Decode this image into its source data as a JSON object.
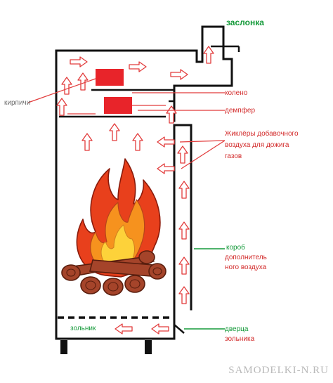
{
  "labels": {
    "zaslonka": "заслонка",
    "kirpichi": "кирпичи",
    "koleno": "колено",
    "dempfer": "демпфер",
    "zhiklery_1": "Жиклёры добавочного",
    "zhiklery_2": "воздуха для дожига",
    "zhiklery_3": "газов",
    "korob_1": "короб",
    "korob_2": "дополнитель",
    "korob_3": "ного воздуха",
    "zolnik": "зольник",
    "dvertsa_1": "дверца",
    "dvertsa_2": "зольника"
  },
  "watermark": "SAMODELKI-N.RU",
  "colors": {
    "wall": "#111111",
    "brick": "#e8242a",
    "arrow_stroke": "#e23b3b",
    "arrow_fill": "#ffffff",
    "green_line": "#159a3a",
    "red_text": "#d22a2a",
    "flame_outer": "#e8401c",
    "flame_mid": "#f6921e",
    "flame_inner": "#fdd23a",
    "log_fill": "#a5442a",
    "log_stroke": "#5a1e0e"
  },
  "icons": [
    "fire-icon",
    "logs-icon",
    "flow-arrow-icon"
  ]
}
